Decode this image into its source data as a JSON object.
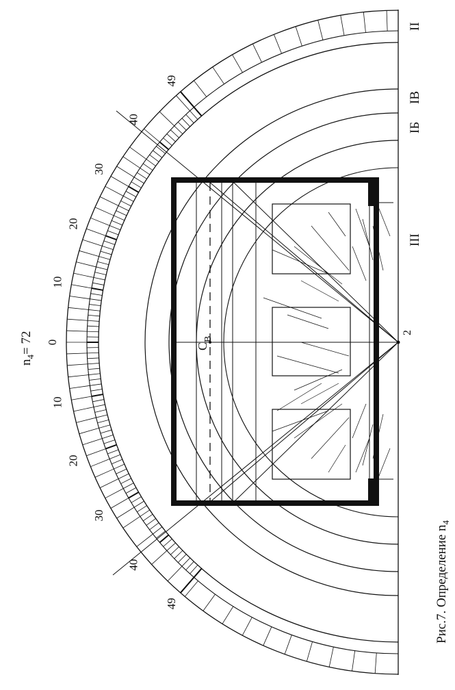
{
  "caption": {
    "prefix": "Рис.7. Определение n",
    "subscript": "4"
  },
  "formula": {
    "base": "n",
    "subscript": "4",
    "rest": "= 72"
  },
  "scale_labels": [
    {
      "text": "0",
      "angle": 0
    },
    {
      "text": "10",
      "angle": 10
    },
    {
      "text": "10",
      "angle": -10
    },
    {
      "text": "20",
      "angle": 20
    },
    {
      "text": "20",
      "angle": -20
    },
    {
      "text": "30",
      "angle": 30
    },
    {
      "text": "30",
      "angle": -30
    },
    {
      "text": "40",
      "angle": 40
    },
    {
      "text": "40",
      "angle": -40
    },
    {
      "text": "49",
      "angle": 49
    },
    {
      "text": "49",
      "angle": -49
    }
  ],
  "zone_labels": [
    "II",
    "IВ",
    "IБ",
    "III"
  ],
  "point_labels": {
    "center": "2",
    "cv_main": "C",
    "cv_sub": "B"
  },
  "colors": {
    "ink": "#111111",
    "background": "#ffffff"
  }
}
